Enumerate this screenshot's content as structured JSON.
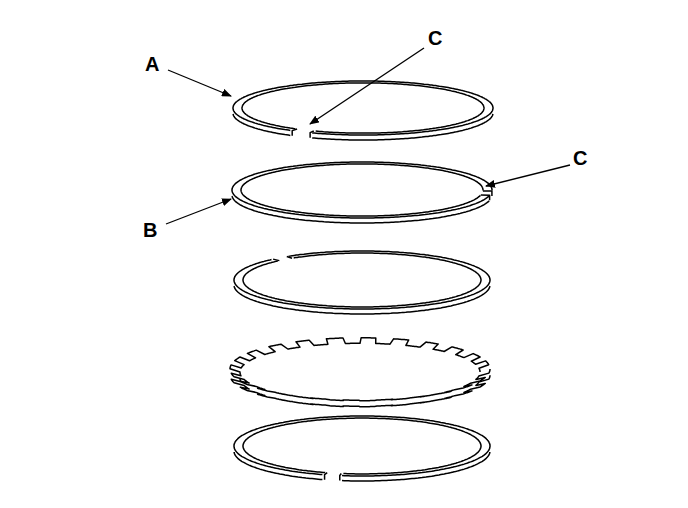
{
  "diagram": {
    "labels": [
      "C",
      "A",
      "C",
      "B"
    ]
  }
}
